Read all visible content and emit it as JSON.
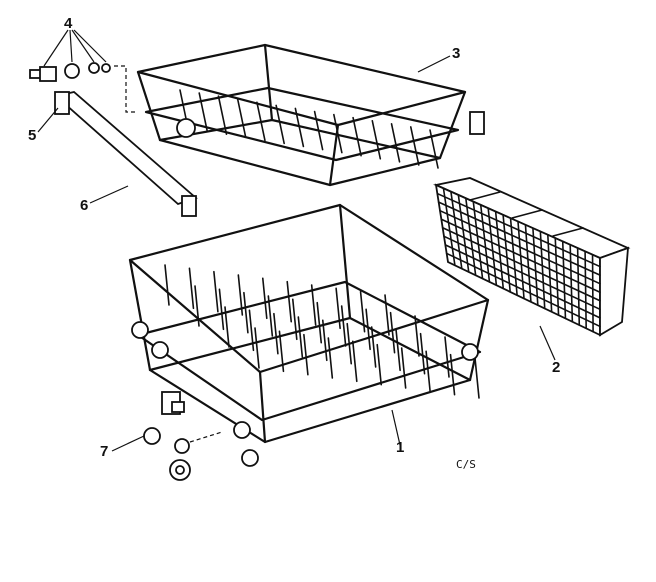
{
  "callouts": {
    "c1": "1",
    "c2": "2",
    "c3": "3",
    "c4": "4",
    "c5": "5",
    "c6": "6",
    "c7": "7"
  },
  "code": "C/S"
}
